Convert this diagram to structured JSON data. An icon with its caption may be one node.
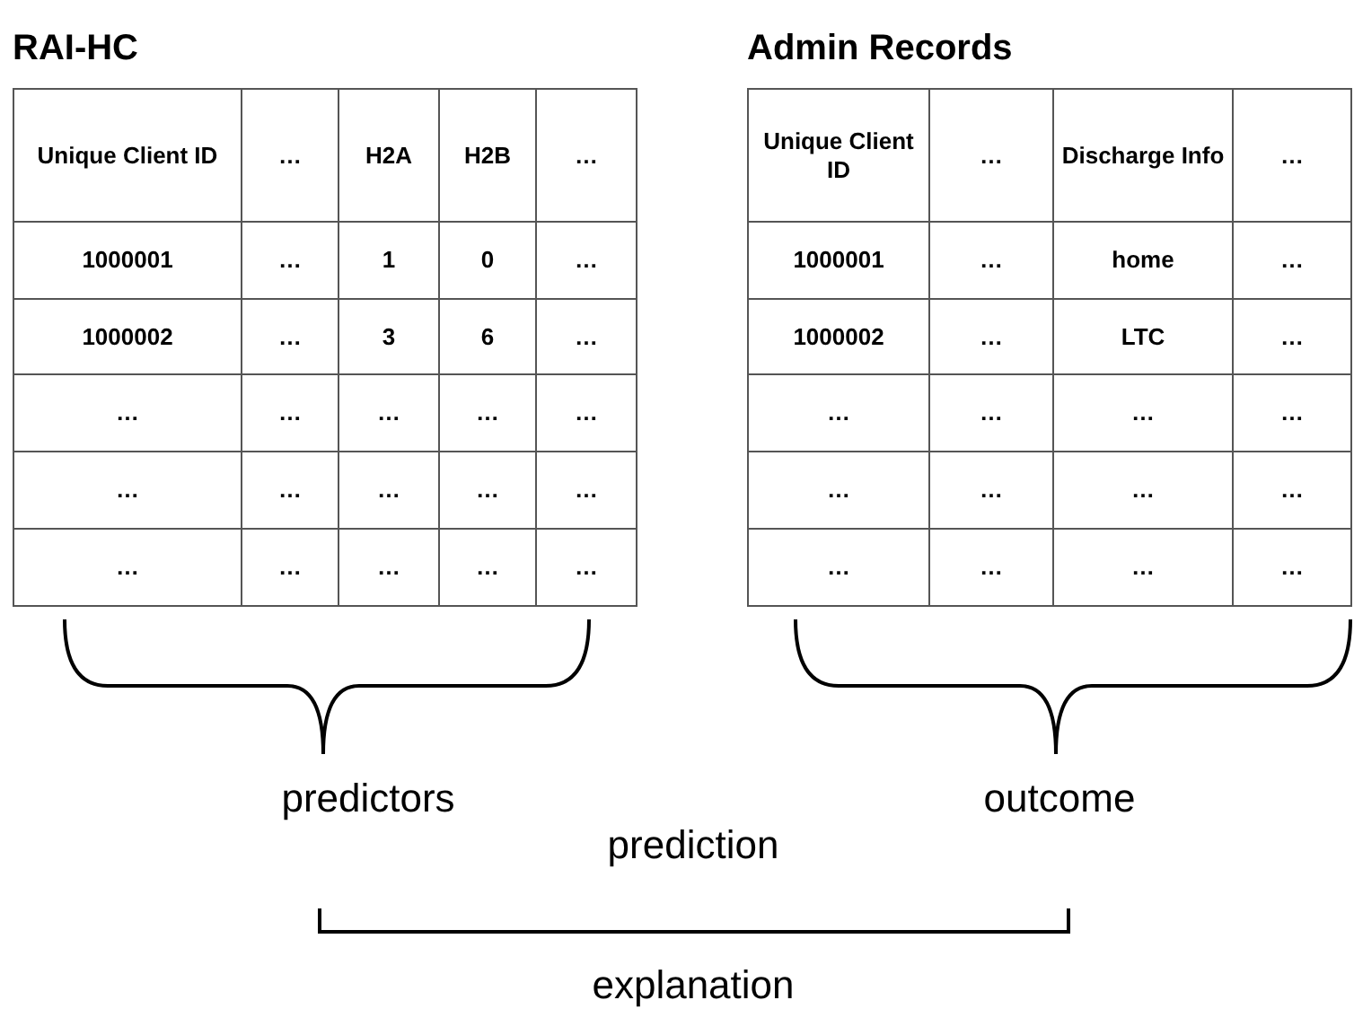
{
  "diagram": {
    "nodes": [
      {
        "text": [
          "RAI-HC",
          "Unique Client ID",
          "…",
          "H2A",
          "H2B",
          "…",
          "1000001",
          "…",
          "1",
          "0",
          "…",
          "1000002",
          "…",
          "3",
          "6",
          "…",
          "…",
          "…",
          "…",
          "…",
          "…",
          "…",
          "…",
          "…",
          "…",
          "…",
          "…",
          "…",
          "…",
          "…",
          "…"
        ]
      },
      {
        "text": [
          "Admin Records",
          "Unique Client ID",
          "…",
          "Discharge Info",
          "…",
          "1000001",
          "…",
          "home",
          "…",
          "1000002",
          "…",
          "LTC",
          "…",
          "…",
          "…",
          "…",
          "…",
          "…",
          "…",
          "…",
          "…",
          "…",
          "…",
          "…",
          "…"
        ]
      }
    ],
    "labels": [
      "predictors",
      "outcome",
      "prediction",
      "explanation"
    ]
  }
}
